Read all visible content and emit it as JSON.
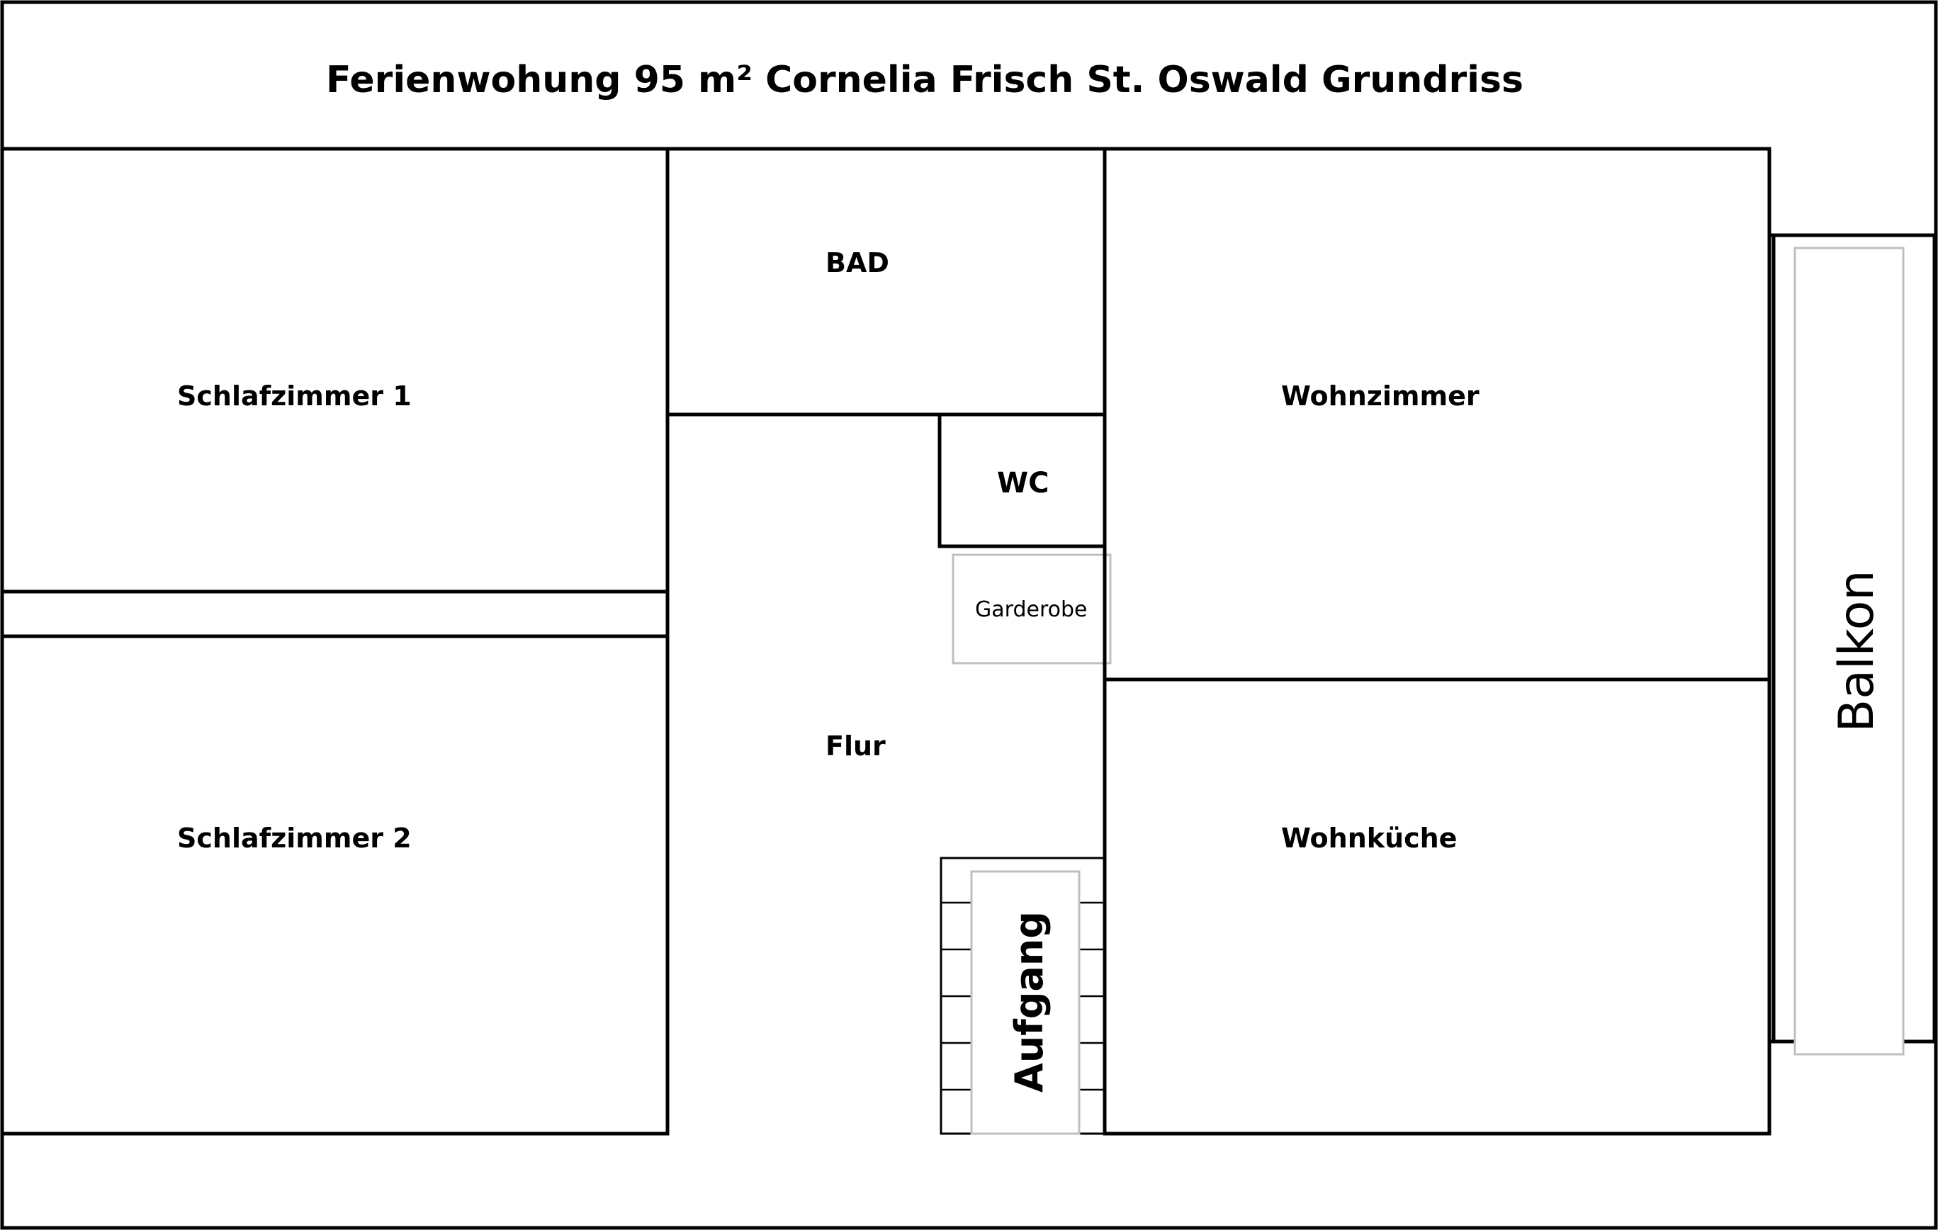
{
  "title": "Ferienwohung 95 m²  Cornelia Frisch St. Oswald  Grundriss",
  "rooms": {
    "schlafzimmer1": "Schlafzimmer 1",
    "schlafzimmer2": "Schlafzimmer 2",
    "bad": "BAD",
    "wc": "WC",
    "garderobe": "Garderobe",
    "flur": "Flur",
    "wohnzimmer": "Wohnzimmer",
    "wohnkueche": "Wohnküche",
    "aufgang": "Aufgang",
    "balkon": "Balkon"
  },
  "colors": {
    "wall": "#000000",
    "fixture": "#bfbfbf",
    "background": "#ffffff"
  }
}
